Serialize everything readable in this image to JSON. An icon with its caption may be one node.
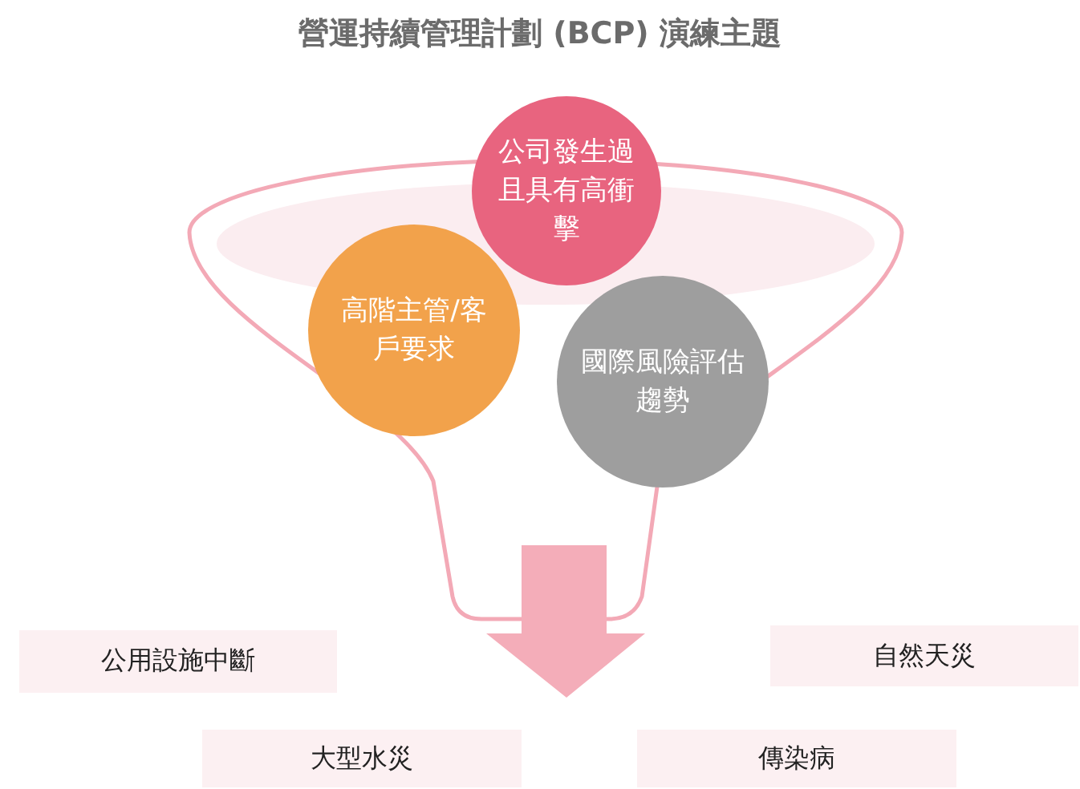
{
  "diagram": {
    "title": "營運持續管理計劃 (BCP) 演練主題",
    "nodes": [
      {
        "text": [
          "公司發生過且具有高衝擊"
        ]
      },
      {
        "text": [
          "高階主管/客戶要求"
        ]
      },
      {
        "text": [
          "國際風險評估趨勢"
        ]
      },
      {
        "text": [
          "公用設施中斷"
        ]
      },
      {
        "text": [
          "自然天災"
        ]
      },
      {
        "text": [
          "大型水災"
        ]
      },
      {
        "text": [
          "傳染病"
        ]
      }
    ]
  }
}
